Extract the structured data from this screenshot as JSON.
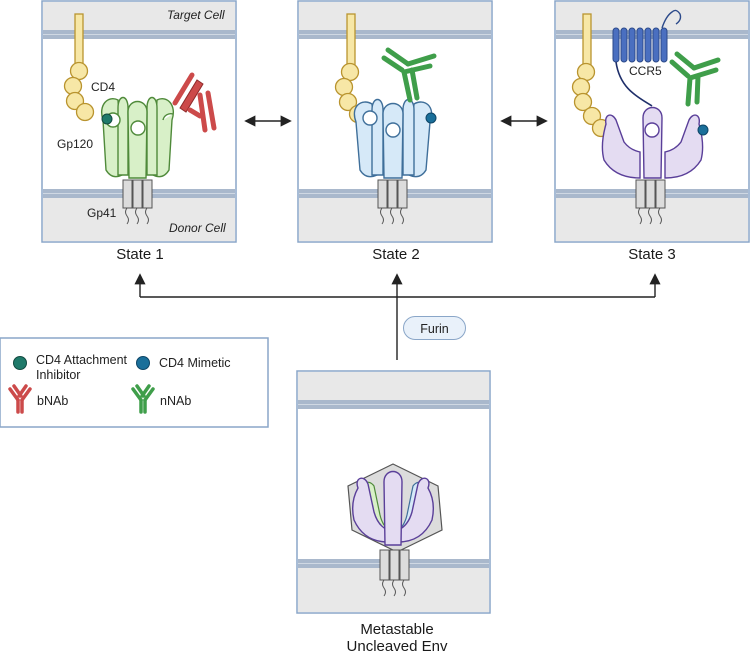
{
  "states": [
    {
      "label": "State 1"
    },
    {
      "label": "State 2"
    },
    {
      "label": "State 3"
    }
  ],
  "panel_notes": {
    "target_cell": "Target Cell",
    "donor_cell": "Donor Cell"
  },
  "parts": {
    "cd4": "CD4",
    "gp120": "Gp120",
    "gp41": "Gp41",
    "ccr5": "CCR5"
  },
  "furin": "Furin",
  "bottom_label": {
    "line1": "Metastable",
    "line2": "Uncleaved Env"
  },
  "legend": {
    "items": [
      {
        "label": "CD4 Attachment Inhibitor",
        "color": "#1f7a6a"
      },
      {
        "label": "CD4 Mimetic",
        "color": "#1a6f9a"
      },
      {
        "label": "bNAb",
        "color": "#cc4a4a"
      },
      {
        "label": "nNAb",
        "color": "#3f9e4a"
      }
    ]
  },
  "colors": {
    "membrane": "#a9b8cc",
    "cell_bg": "#e8e8e8",
    "panel_border": "#8aa6c8",
    "cd4": "#f7e7a6",
    "state1_env": "#d8f0c8",
    "state2_env": "#d6e9f8",
    "state3_env": "#e4dcf2",
    "ccr5": "#4a6fc0"
  }
}
